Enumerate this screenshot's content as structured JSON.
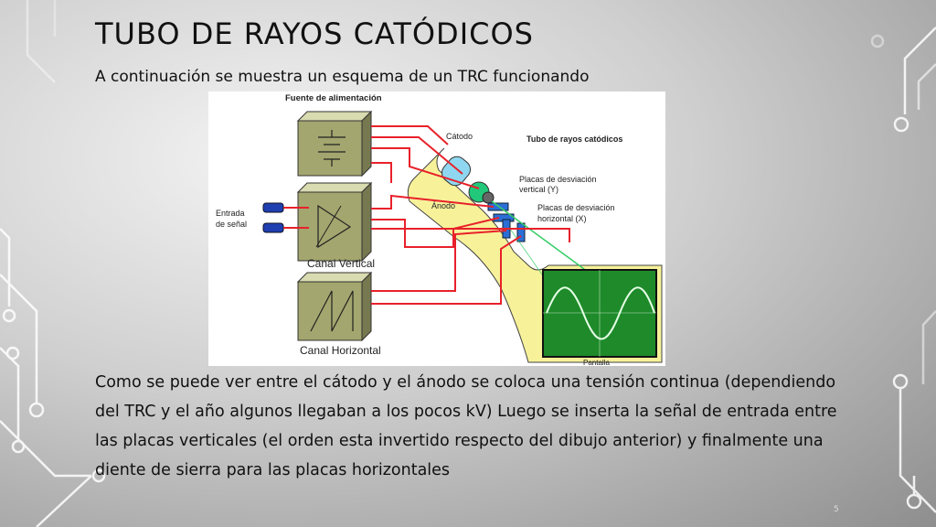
{
  "slide": {
    "title": "TUBO DE RAYOS CATÓDICOS",
    "subtitle": "A continuación se muestra un esquema de un TRC funcionando",
    "body": "Como se puede ver entre el cátodo y el ánodo se coloca una tensión continua (dependiendo del TRC y el año algunos llegaban a los pocos kV) Luego se inserta la señal de entrada entre las placas verticales (el orden esta invertido respecto del dibujo anterior) y finalmente una diente de sierra para las placas horizontales",
    "page_number": "5"
  },
  "diagram": {
    "power_supply_label": "Fuente de alimentación",
    "tube_label": "Tubo de rayos catódicos",
    "cathode_label": "Cátodo",
    "anode_label": "Ánodo",
    "vertical_plates_label_1": "Placas de desviación",
    "vertical_plates_label_2": "vertical (Y)",
    "horizontal_plates_label_1": "Placas de desviación",
    "horizontal_plates_label_2": "horizontal (X)",
    "input_label_1": "Entrada",
    "input_label_2": "de señal",
    "vertical_channel_label": "Canal Vertical",
    "horizontal_channel_label": "Canal Horizontal",
    "screen_label": "Pantalla"
  },
  "colors": {
    "wire": "#e8212a",
    "tube_fill": "#f7f29a",
    "screen_fill": "#1e8a2a",
    "box_fill": "#a3a66e"
  }
}
